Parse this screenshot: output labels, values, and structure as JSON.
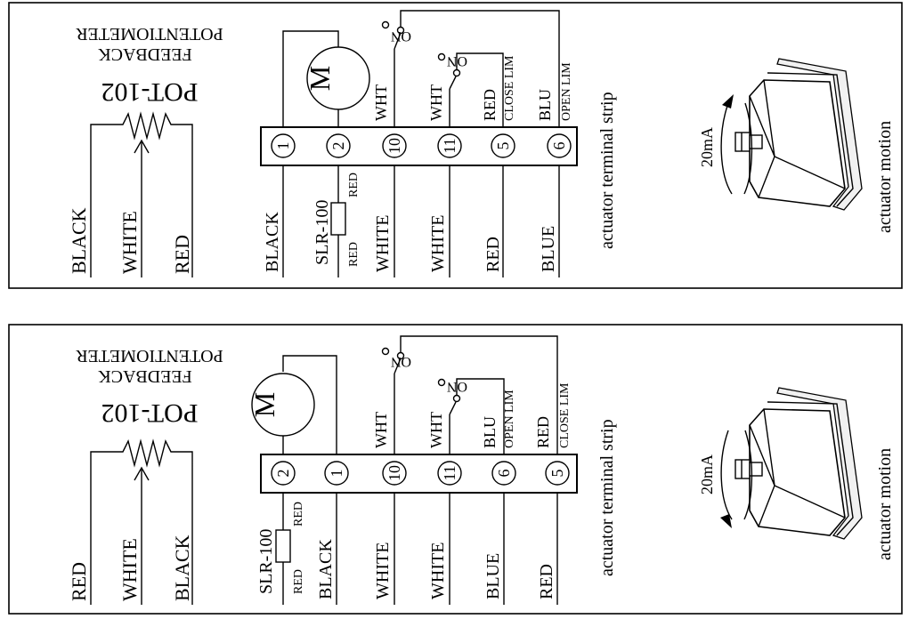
{
  "panels": [
    {
      "feedback": {
        "title": "POT-102",
        "line1": "FEEDBACK",
        "line2": "POTENTIOMETER",
        "wires": [
          "BLACK",
          "WHITE",
          "RED"
        ]
      },
      "motor_label": "M",
      "slr_label": "SLR-100",
      "resistor_labels": [
        "RED",
        "RED"
      ],
      "strip_wires": [
        "BLACK",
        "",
        "WHITE",
        "WHITE",
        "RED",
        "BLUE"
      ],
      "terminals": [
        "1",
        "2",
        "10",
        "11",
        "5",
        "6"
      ],
      "upper_labels": [
        "",
        "",
        "WHT",
        "WHT",
        "RED",
        "BLU"
      ],
      "limit_labels": [
        "",
        "",
        "",
        "",
        "CLOSE LIM",
        "OPEN LIM"
      ],
      "switch_on": [
        "ON",
        "ON"
      ],
      "strip_label": "actuator terminal strip",
      "current_label": "20mA",
      "motion_label": "actuator motion"
    },
    {
      "feedback": {
        "title": "POT-102",
        "line1": "FEEDBACK",
        "line2": "POTENTIOMETER",
        "wires": [
          "RED",
          "WHITE",
          "BLACK"
        ]
      },
      "motor_label": "M",
      "slr_label": "SLR-100",
      "resistor_labels": [
        "RED",
        "RED"
      ],
      "strip_wires": [
        "",
        "BLACK",
        "WHITE",
        "WHITE",
        "BLUE",
        "RED"
      ],
      "terminals": [
        "2",
        "1",
        "10",
        "11",
        "6",
        "5"
      ],
      "upper_labels": [
        "",
        "",
        "WHT",
        "WHT",
        "BLU",
        "RED"
      ],
      "limit_labels": [
        "",
        "",
        "",
        "",
        "OPEN LIM",
        "CLOSE LIM"
      ],
      "switch_on": [
        "ON",
        "ON"
      ],
      "strip_label": "actuator terminal strip",
      "current_label": "20mA",
      "motion_label": "actuator motion"
    }
  ]
}
